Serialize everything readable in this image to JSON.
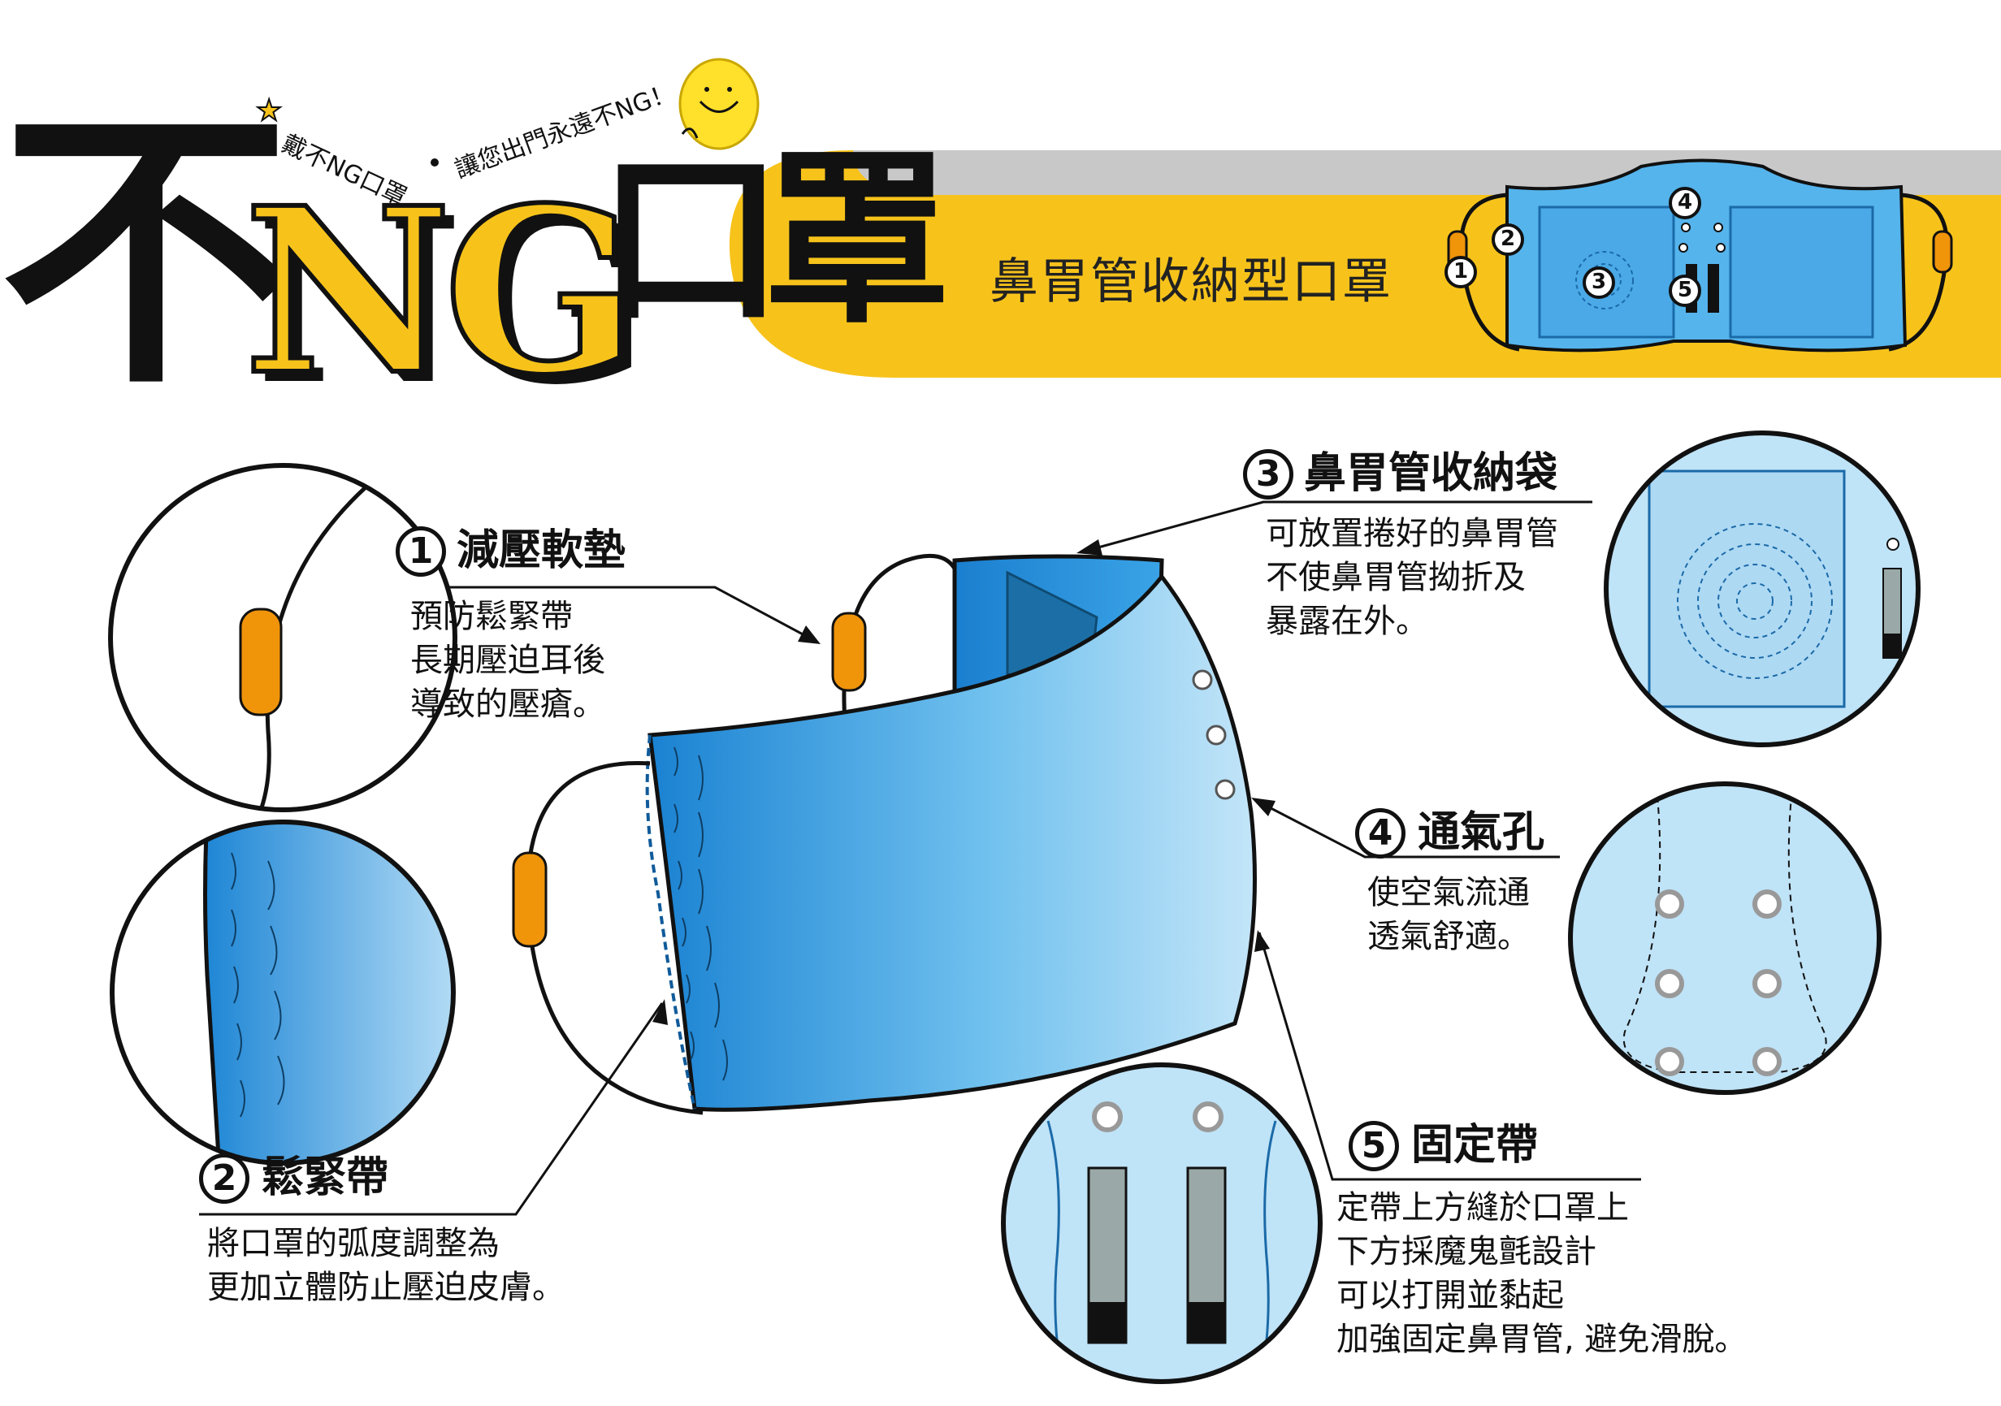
{
  "title": {
    "char1": "不",
    "ng": "NG",
    "char2": "口",
    "char3": "罩",
    "subtitle": "鼻胃管收納型口罩",
    "slogan_a": "戴不NG口罩",
    "slogan_b": "讓您出門永遠不NG！"
  },
  "diagram_labels": [
    "1",
    "2",
    "3",
    "4",
    "5"
  ],
  "features": [
    {
      "number": "1",
      "name": "減壓軟墊",
      "lines": [
        "預防鬆緊帶",
        "長期壓迫耳後",
        "導致的壓瘡。"
      ]
    },
    {
      "number": "2",
      "name": "鬆緊帶",
      "lines": [
        "將口罩的弧度調整為",
        "更加立體防止壓迫皮膚。"
      ]
    },
    {
      "number": "3",
      "name": "鼻胃管收納袋",
      "lines": [
        "可放置捲好的鼻胃管",
        "不使鼻胃管拗折及",
        "暴露在外。"
      ]
    },
    {
      "number": "4",
      "name": "通氣孔",
      "lines": [
        "使空氣流通",
        "透氣舒適。"
      ]
    },
    {
      "number": "5",
      "name": "固定帶",
      "lines": [
        "定帶上方縫於口罩上",
        "下方採魔鬼氈設計",
        "可以打開並黏起",
        "加強固定鼻胃管, 避免滑脫。"
      ]
    }
  ],
  "colors": {
    "yellow": "#f7c31b",
    "gray_band": "#c8c8c8",
    "mask_dark": "#1e88d6",
    "mask_light": "#bfe3f7",
    "pad": "#f0940a"
  }
}
